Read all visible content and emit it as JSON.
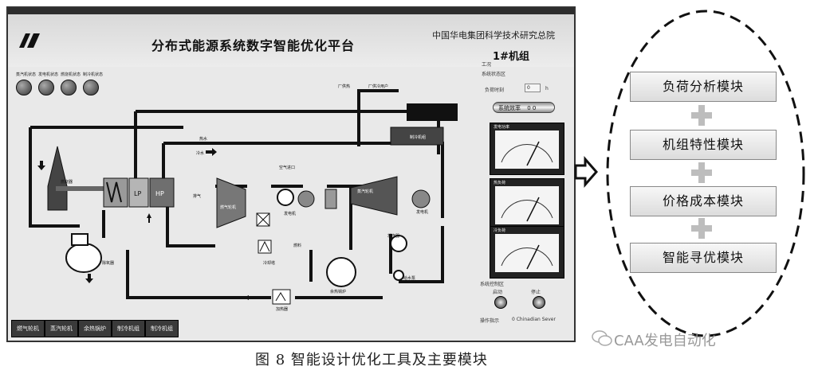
{
  "app": {
    "title": "分布式能源系统数字智能优化平台",
    "organization": "中国华电集团科学技术研究总院",
    "unit_title": "1#机组",
    "status_lights": [
      "蒸汽机状态",
      "发电机状态",
      "燃烧机状态",
      "制冷机状态"
    ],
    "side_labels": {
      "mode": "工况",
      "status": "系统状态区",
      "time_label": "负荷时刻",
      "time_value": "0",
      "time_unit": "h",
      "counter_label": "系统效率",
      "counter_value": "0 0",
      "control_label": "系统控制区",
      "start_label": "启动",
      "stop_label": "停止",
      "footer_label": "操作指示",
      "footer_value": "0 Chinadian Sever"
    },
    "gauges": [
      "发电功率",
      "热负荷",
      "冷负荷"
    ],
    "diagram_labels": {
      "lp": "LP",
      "hp": "HP",
      "burner": "燃烧器",
      "pump": "除氧器",
      "cooler": "冷却塔",
      "gas_turbine": "燃气轮机",
      "steam_turbine": "蒸汽轮机",
      "generator": "发电机",
      "ac": "空气进口",
      "boiler": "余热锅炉",
      "hot_water": "热水",
      "cold_water": "冷水",
      "exhaust": "排气",
      "condenser": "凝汽器",
      "fuel": "燃料",
      "heater": "加热器",
      "chiller": "制冷机组",
      "supply": "厂供热",
      "user": "厂供冷用户",
      "water_pump": "给水泵"
    },
    "bottom_tabs": [
      "燃气轮机",
      "蒸汽轮机",
      "余热锅炉",
      "制冷机组",
      "制冷机组"
    ]
  },
  "modules": [
    "负荷分析模块",
    "机组特性模块",
    "价格成本模块",
    "智能寻优模块"
  ],
  "caption": "图 8    智能设计优化工具及主要模块",
  "watermark": "CAA发电自动化"
}
